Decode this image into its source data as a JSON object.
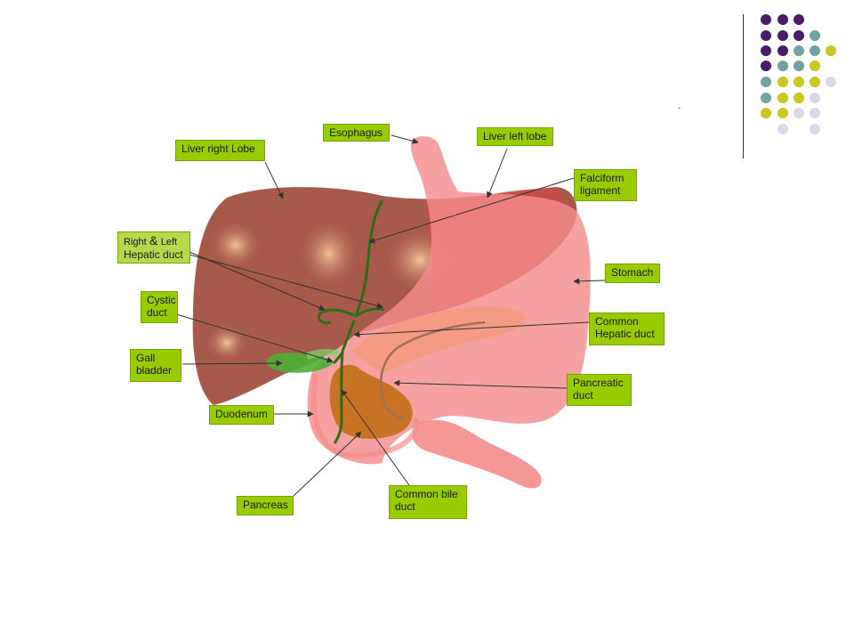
{
  "labels": {
    "esophagus": "Esophagus",
    "liver_left_lobe": "Liver left lobe",
    "liver_right_lobe": "Liver right Lobe",
    "falciform_1": "Falciform",
    "falciform_2": "ligament",
    "hepatic_right": "Right",
    "hepatic_amp": "&",
    "hepatic_left": "Left",
    "hepatic_duct": "Hepatic duct",
    "stomach": "Stomach",
    "cystic_1": "Cystic",
    "cystic_2": "duct",
    "common_hepatic_1": "Common",
    "common_hepatic_2": "Hepatic duct",
    "gall_1": "Gall",
    "gall_2": "bladder",
    "pancreatic_1": "Pancreatic",
    "pancreatic_2": "duct",
    "duodenum": "Duodenum",
    "pancreas": "Pancreas",
    "common_bile_1": "Common bile",
    "common_bile_2": "duct"
  },
  "decor": {
    "dot_colors": {
      "purple": "#4b1a6b",
      "teal": "#6fa3a3",
      "olive": "#c8c81e",
      "lavender": "#d8d8ea"
    },
    "small_mark": "-"
  },
  "colors": {
    "liver": "#a85a4a",
    "stomach": "#f28c8c",
    "duct": "#2e7d1a",
    "gallbladder": "#4caf35",
    "pancreas": "#c06a10",
    "label_bg": "#99cc00"
  }
}
